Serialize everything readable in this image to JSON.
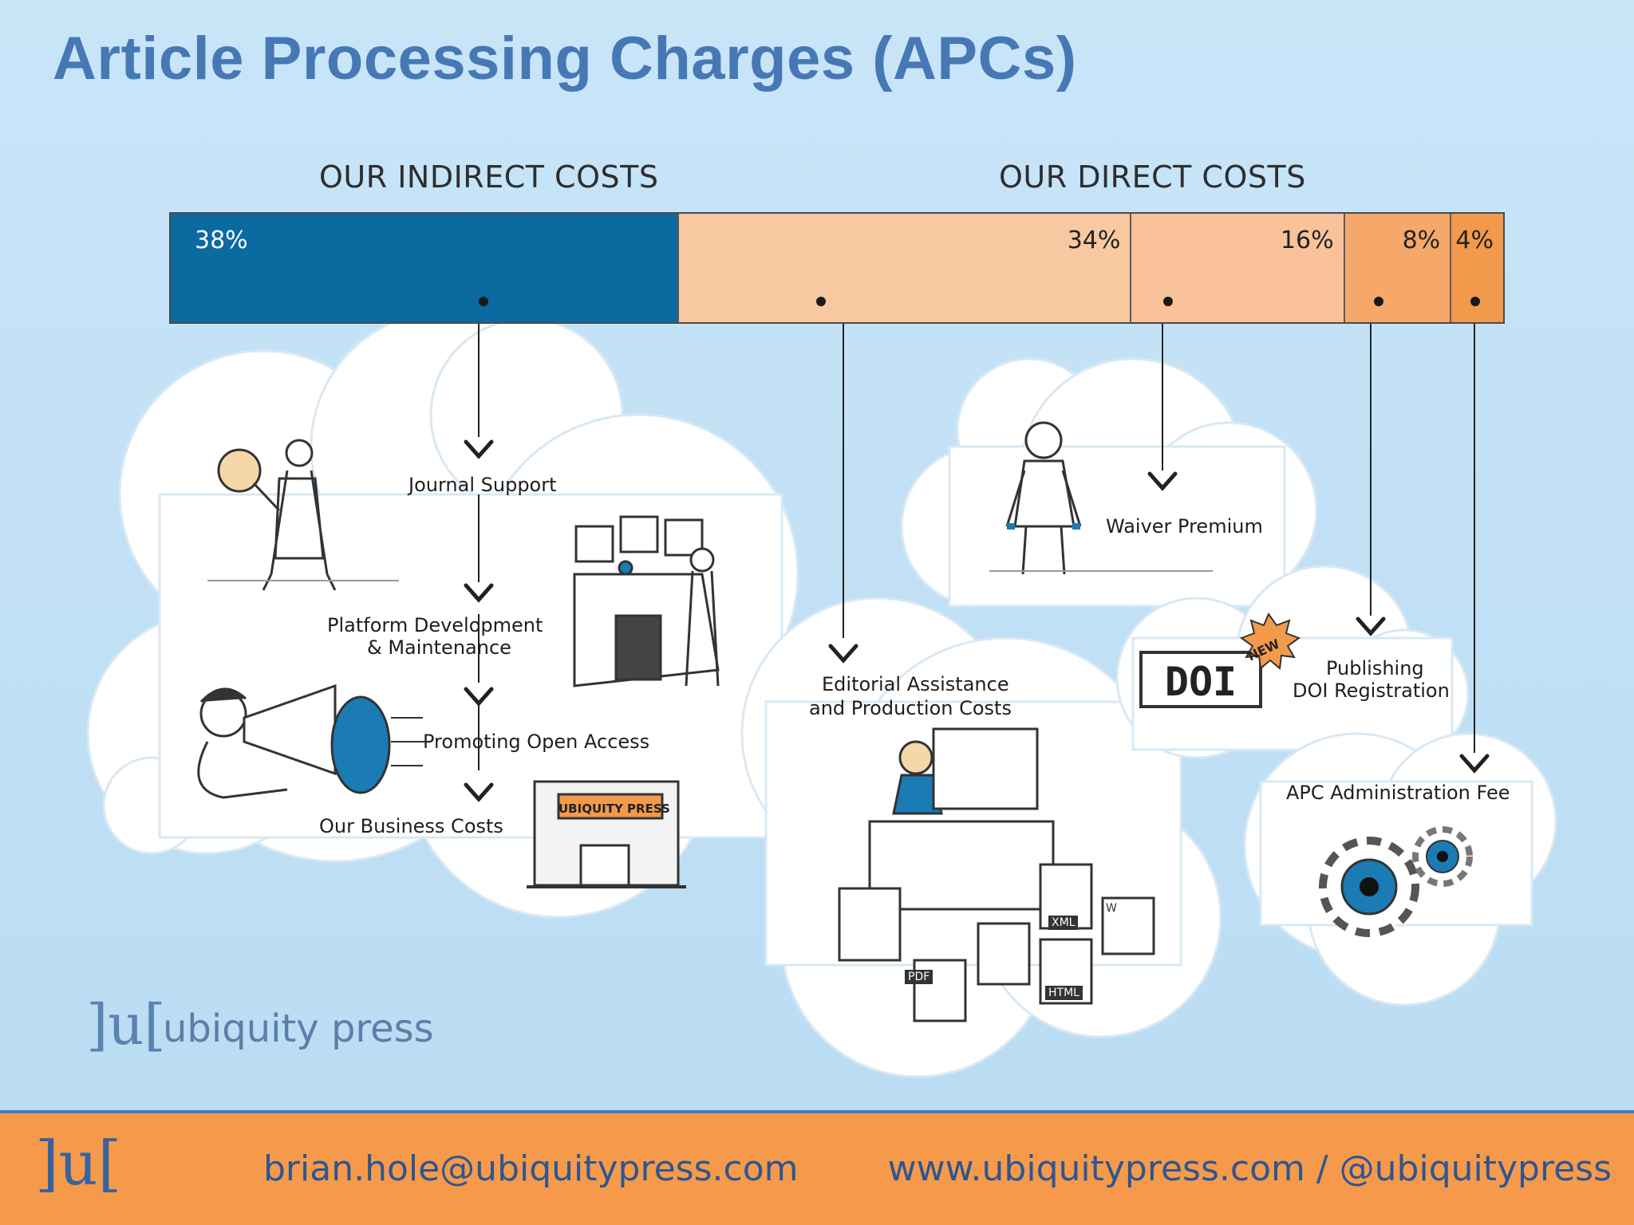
{
  "title": "Article Processing Charges (APCs)",
  "headings": {
    "indirect": "OUR INDIRECT COSTS",
    "direct": "OUR DIRECT COSTS"
  },
  "colors": {
    "title": "#4678b5",
    "indirect": "#0b6aa0",
    "direct_1": "#f8c9a0",
    "direct_2": "#f9c29a",
    "direct_3": "#f5a86a",
    "direct_4": "#f29a4c",
    "footer": "#f59a4b"
  },
  "chart_data": {
    "type": "bar",
    "categories": [
      "Journal Support / Platform / Promotion / Business Costs",
      "Editorial Assistance and Production Costs",
      "Waiver Premium",
      "Publishing DOI Registration",
      "APC Administration Fee"
    ],
    "values": [
      38,
      34,
      16,
      8,
      4
    ],
    "labels": [
      "38%",
      "34%",
      "16%",
      "8%",
      "4%"
    ],
    "groups": [
      "indirect",
      "direct",
      "direct",
      "direct",
      "direct"
    ]
  },
  "indirect_items": [
    "Journal Support",
    "Platform Development",
    "& Maintenance",
    "Promoting Open Access",
    "Our Business Costs"
  ],
  "direct_items": {
    "editorial": [
      "Editorial Assistance",
      "and Production Costs"
    ],
    "waiver": "Waiver Premium",
    "doi": [
      "Publishing",
      "DOI Registration"
    ],
    "apc_fee": "APC Administration Fee"
  },
  "illustration_text": {
    "sign": "UBIQUITY PRESS",
    "doi": "DOI",
    "new": "NEW",
    "files": [
      "XML",
      "HTML",
      "PDF",
      "W"
    ]
  },
  "logo": {
    "mark": "]u[",
    "name": "ubiquity press"
  },
  "footer": {
    "mark": "]u[",
    "email": "brian.hole@ubiquitypress.com",
    "web": "www.ubiquitypress.com / @ubiquitypress"
  }
}
